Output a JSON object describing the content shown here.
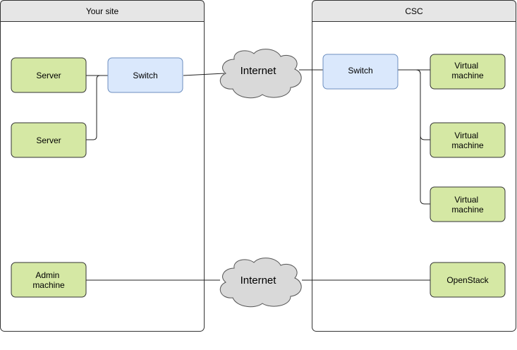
{
  "containers": {
    "left": {
      "title": "Your site"
    },
    "right": {
      "title": "CSC"
    }
  },
  "nodes": {
    "server1": "Server",
    "server2": "Server",
    "switch_left": "Switch",
    "admin": [
      "Admin",
      "machine"
    ],
    "internet_top": "Internet",
    "internet_bottom": "Internet",
    "switch_right": "Switch",
    "vm1": [
      "Virtual",
      "machine"
    ],
    "vm2": [
      "Virtual",
      "machine"
    ],
    "vm3": [
      "Virtual",
      "machine"
    ],
    "openstack": "OpenStack"
  },
  "colors": {
    "green_fill": "#d5e8a4",
    "blue_fill": "#dae8fc",
    "cloud_fill": "#d9d9d9",
    "header_fill": "#e6e6e6"
  }
}
